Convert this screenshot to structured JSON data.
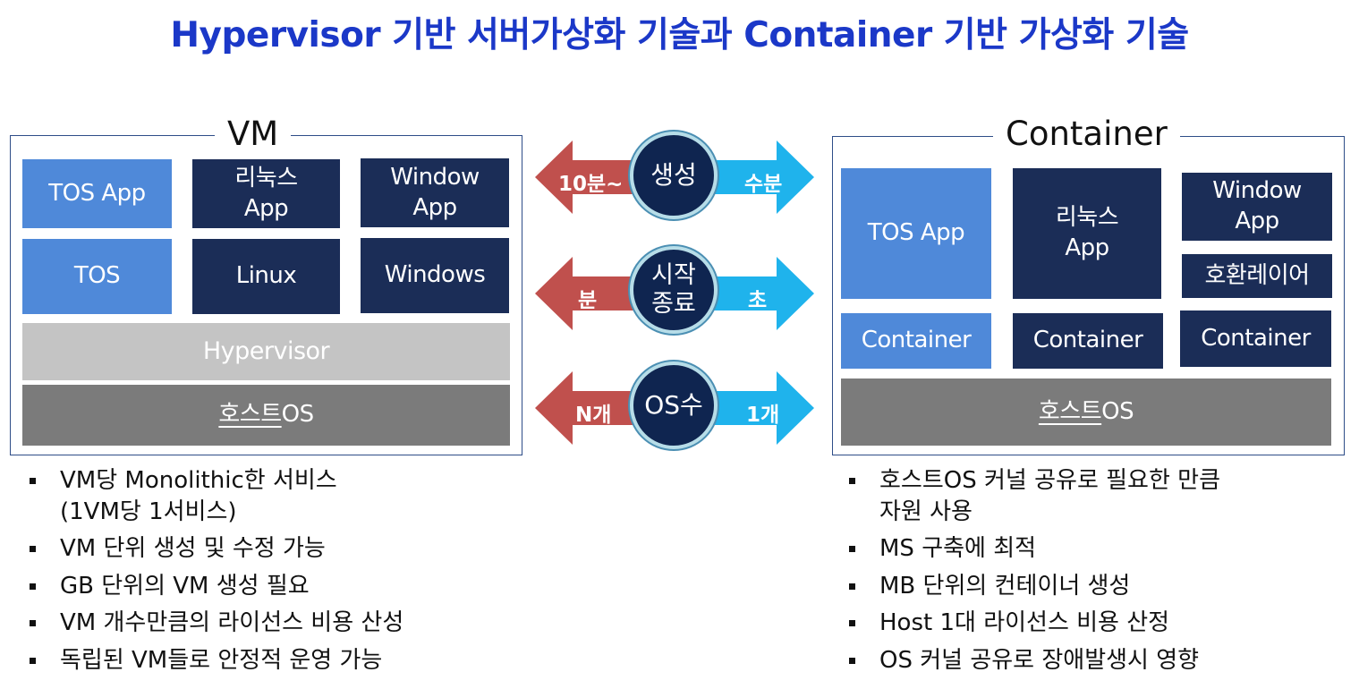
{
  "title": "Hypervisor 기반 서버가상화 기술과 Container 기반 가상화 기술",
  "vm": {
    "label": "VM",
    "row1": [
      "TOS App",
      "리눅스\nApp",
      "Window\nApp"
    ],
    "row2": [
      "TOS",
      "Linux",
      "Windows"
    ],
    "hypervisor": "Hypervisor",
    "host_os_underlined": "호스트",
    "host_os_suffix": "OS"
  },
  "container": {
    "label": "Container",
    "apps": [
      "TOS App",
      "리눅스\nApp",
      "Window\nApp"
    ],
    "compat_layer": "호환레이어",
    "containers": [
      "Container",
      "Container",
      "Container"
    ],
    "host_os_underlined": "호스트",
    "host_os_suffix": "OS"
  },
  "comparisons": [
    {
      "center": "생성",
      "left": "10분~",
      "right": "수분"
    },
    {
      "center": "시작\n종료",
      "left": "분",
      "right": "초"
    },
    {
      "center": "OS수",
      "left": "N개",
      "right": "1개"
    }
  ],
  "colors": {
    "title": "#1b38c8",
    "left_arrow": "#c0504d",
    "right_arrow": "#1fb3ec",
    "circle": "#0f2550"
  },
  "vm_bullets": [
    "VM당 Monolithic한 서비스\n(1VM당 1서비스)",
    "VM 단위 생성 및 수정 가능",
    "GB 단위의 VM 생성 필요",
    "VM 개수만큼의 라이선스 비용 산성",
    "독립된 VM들로 안정적 운영 가능"
  ],
  "container_bullets": [
    "호스트OS 커널 공유로 필요한 만큼\n자원 사용",
    "MS 구축에 최적",
    "MB 단위의 컨테이너 생성",
    "Host 1대 라이선스 비용 산정",
    "OS 커널 공유로 장애발생시 영향"
  ]
}
